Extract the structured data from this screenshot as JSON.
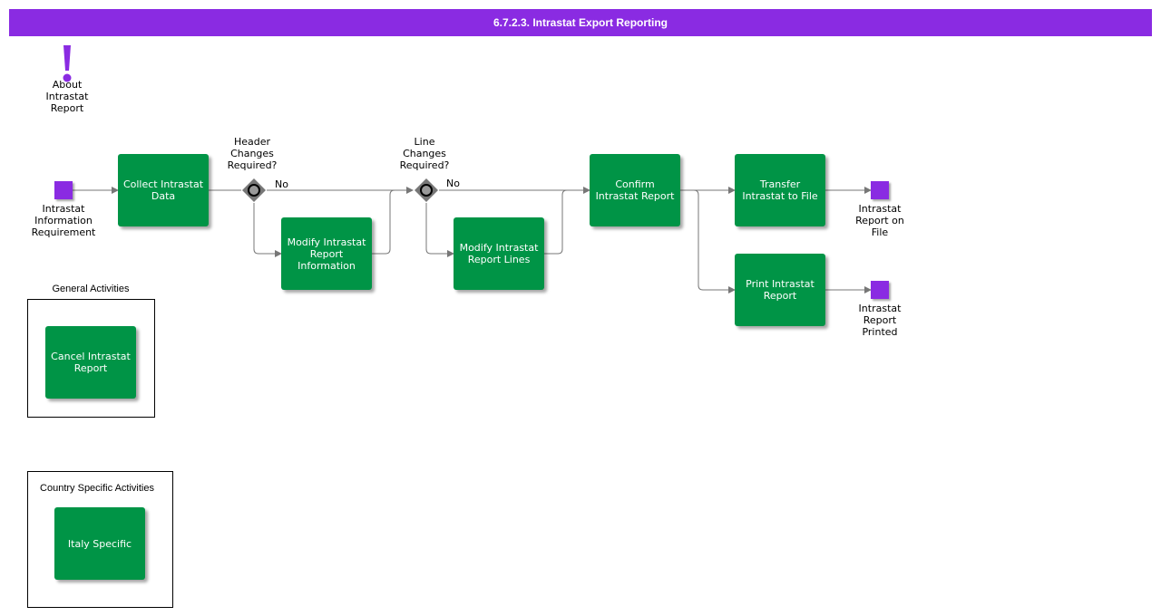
{
  "title": "6.7.2.3. Intrastat Export Reporting",
  "colors": {
    "title_bar": "#8a2be2",
    "activity": "#009446",
    "event": "#8a2be2",
    "gateway": "#777777",
    "wire": "#777777"
  },
  "note": {
    "icon": "exclamation-icon",
    "label": "About\nIntrastat\nReport"
  },
  "events": {
    "start": "Intrastat\nInformation\nRequirement",
    "end_file": "Intrastat\nReport on\nFile",
    "end_print": "Intrastat\nReport\nPrinted"
  },
  "activities": {
    "collect": "Collect Intrastat\nData",
    "modify_header": "Modify Intrastat\nReport\nInformation",
    "modify_lines": "Modify Intrastat\nReport Lines",
    "confirm": "Confirm\nIntrastat Report",
    "transfer": "Transfer\nIntrastat to File",
    "print": "Print Intrastat\nReport",
    "cancel": "Cancel Intrastat\nReport",
    "italy": "Italy Specific"
  },
  "gateways": {
    "header": {
      "question": "Header\nChanges\nRequired?",
      "no_label": "No"
    },
    "line": {
      "question": "Line\nChanges\nRequired?",
      "no_label": "No"
    }
  },
  "groups": {
    "general": "General Activities",
    "country": "Country Specific Activities"
  }
}
